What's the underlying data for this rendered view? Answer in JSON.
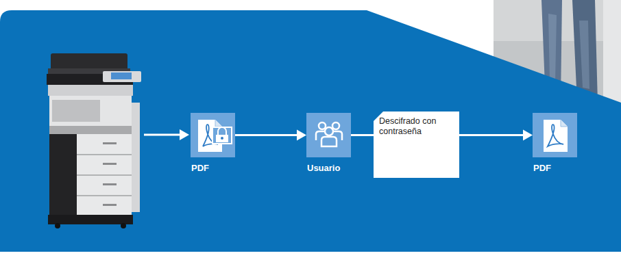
{
  "diagram": {
    "nodes": [
      {
        "text": [
          "PDF"
        ]
      },
      {
        "text": [
          "Usuario"
        ]
      },
      {
        "text": [
          "Descifrado con contraseña"
        ]
      },
      {
        "text": [
          "PDF"
        ]
      }
    ],
    "edges": [
      {
        "from": 0,
        "to": 1,
        "arrow": "to"
      },
      {
        "from": 1,
        "to": 2,
        "arrow": "none"
      },
      {
        "from": 2,
        "to": 3,
        "arrow": "to"
      }
    ]
  }
}
